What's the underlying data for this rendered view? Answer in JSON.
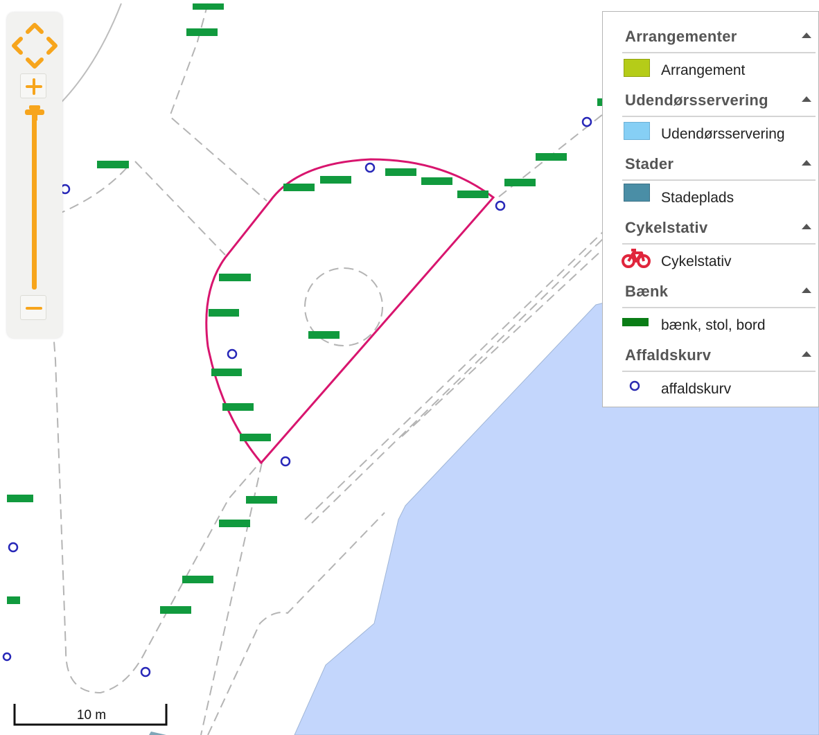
{
  "legend": {
    "sections": [
      {
        "title": "Arrangementer",
        "item": "Arrangement",
        "symbol": "arrangement-swatch-icon",
        "color": "#b5cc18"
      },
      {
        "title": "Udendørsservering",
        "item": "Udendørsservering",
        "symbol": "outdoor-serving-swatch-icon",
        "color": "#86cff5"
      },
      {
        "title": "Stader",
        "item": "Stadeplads",
        "symbol": "stall-swatch-icon",
        "color": "#4a8ea6"
      },
      {
        "title": "Cykelstativ",
        "item": "Cykelstativ",
        "symbol": "bicycle-icon",
        "color": "#e0253c"
      },
      {
        "title": "Bænk",
        "item": "bænk, stol, bord",
        "symbol": "bench-bar-icon",
        "color": "#0a7d16"
      },
      {
        "title": "Affaldskurv",
        "item": "affaldskurv",
        "symbol": "waste-bin-circle-icon",
        "color": "#2b2bb0"
      }
    ]
  },
  "scale": {
    "label": "10 m"
  },
  "colors": {
    "water": "#c3d6fc",
    "bench": "#119a3e",
    "bin": "#2727b8",
    "event_outline": "#d8156e",
    "path_dash": "#b4b4b4",
    "zoom_accent": "#f7a51c"
  }
}
